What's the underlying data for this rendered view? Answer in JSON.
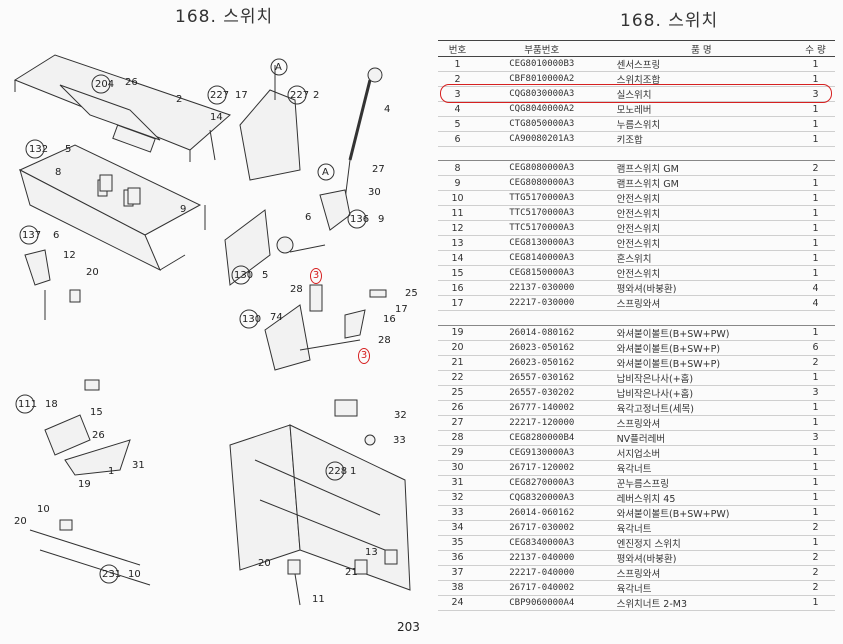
{
  "page": {
    "title_left": "168. 스위치",
    "title_right": "168. 스위치",
    "page_number": "203"
  },
  "table": {
    "headers": [
      "번호",
      "부품번호",
      "품 명",
      "수 량"
    ],
    "rows": [
      [
        "1",
        "CEG8010000B3",
        "센서스프링",
        "1"
      ],
      [
        "2",
        "CBF8010000A2",
        "스위치조합",
        "1"
      ],
      [
        "3",
        "CQG8030000A3",
        "실스위치",
        "3"
      ],
      [
        "4",
        "CQG8040000A2",
        "모노레버",
        "1"
      ],
      [
        "5",
        "CTG8050000A3",
        "누름스위치",
        "1"
      ],
      [
        "6",
        "CA90080201A3",
        "키조합",
        "1"
      ],
      [
        "",
        "",
        "",
        ""
      ],
      [
        "8",
        "CEG8080000A3",
        "램프스위치 GM",
        "2"
      ],
      [
        "9",
        "CEG8080000A3",
        "램프스위치 GM",
        "1"
      ],
      [
        "10",
        "TTG5170000A3",
        "안전스위치",
        "1"
      ],
      [
        "11",
        "TTC5170000A3",
        "안전스위치",
        "1"
      ],
      [
        "12",
        "TTC5170000A3",
        "안전스위치",
        "1"
      ],
      [
        "13",
        "CEG8130000A3",
        "안전스위치",
        "1"
      ],
      [
        "14",
        "CEG8140000A3",
        "혼스위치",
        "1"
      ],
      [
        "15",
        "CEG8150000A3",
        "안전스위치",
        "1"
      ],
      [
        "16",
        "22137-030000",
        "평와셔(바붕환)",
        "4"
      ],
      [
        "17",
        "22217-030000",
        "스프링와셔",
        "4"
      ],
      [
        "",
        "",
        "",
        ""
      ],
      [
        "19",
        "26014-080162",
        "와셔붙이볼트(B+SW+PW)",
        "1"
      ],
      [
        "20",
        "26023-050162",
        "와셔붙이볼트(B+SW+P)",
        "6"
      ],
      [
        "21",
        "26023-050162",
        "와셔붙이볼트(B+SW+P)",
        "2"
      ],
      [
        "22",
        "26557-030162",
        "납비작은나사(+홈)",
        "1"
      ],
      [
        "25",
        "26557-030202",
        "납비작은나사(+홈)",
        "3"
      ],
      [
        "26",
        "26777-140002",
        "육각고정너트(세목)",
        "1"
      ],
      [
        "27",
        "22217-120000",
        "스프링와셔",
        "1"
      ],
      [
        "28",
        "CEG8280000B4",
        "NV플러레버",
        "3"
      ],
      [
        "29",
        "CEG9130000A3",
        "서지업소버",
        "1"
      ],
      [
        "30",
        "26717-120002",
        "육각너트",
        "1"
      ],
      [
        "31",
        "CEG8270000A3",
        "꾼누름스프링",
        "1"
      ],
      [
        "32",
        "CQG8320000A3",
        "레버스위치 45",
        "1"
      ],
      [
        "33",
        "26014-060162",
        "와셔붙이볼트(B+SW+PW)",
        "1"
      ],
      [
        "34",
        "26717-030002",
        "육각너트",
        "2"
      ],
      [
        "35",
        "CEG8340000A3",
        "엔진정지 스위치",
        "1"
      ],
      [
        "36",
        "22137-040000",
        "평와셔(바붕환)",
        "2"
      ],
      [
        "37",
        "22217-040000",
        "스프링와셔",
        "2"
      ],
      [
        "38",
        "26717-040002",
        "육각너트",
        "2"
      ],
      [
        "24",
        "CBP9060000A4",
        "스위치너트 2-M3",
        "1"
      ]
    ]
  },
  "diagram": {
    "callouts": [
      "204",
      "26",
      "2",
      "227",
      "17",
      "227",
      "2",
      "A",
      "4",
      "A",
      "27",
      "30",
      "132",
      "5",
      "8",
      "9",
      "14",
      "6",
      "136",
      "9",
      "137",
      "6",
      "12",
      "20",
      "130",
      "5",
      "3",
      "28",
      "25",
      "17",
      "130",
      "74",
      "16",
      "28",
      "3",
      "111",
      "18",
      "15",
      "26",
      "31",
      "1",
      "19",
      "32",
      "33",
      "228",
      "1",
      "20",
      "10",
      "231",
      "10",
      "13",
      "20",
      "11",
      "21"
    ],
    "red_marks": [
      "3",
      "3"
    ]
  },
  "colors": {
    "highlight": "#d62020"
  }
}
